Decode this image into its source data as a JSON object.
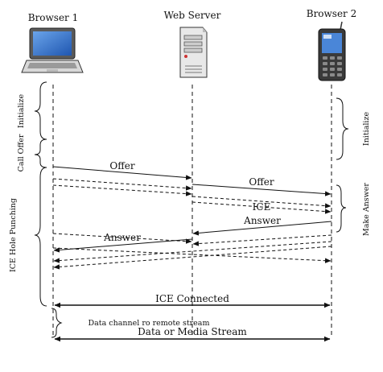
{
  "nodes": {
    "browser1": "Browser 1",
    "server": "Web Server",
    "browser2": "Browser 2"
  },
  "messages": {
    "offer_1": "Offer",
    "offer_2": "Offer",
    "ice": "ICE",
    "answer_1": "Answer",
    "answer_2": "Answer",
    "ice_connected": "ICE Connected",
    "data_channel": "Data channel ro remote stream",
    "data_stream": "Data or Media Stream"
  },
  "phases_left": {
    "initialize": "Initialize",
    "call_offer": "Call Offer",
    "ice_hole_punching": "ICE Hole Punching"
  },
  "phases_right": {
    "initialize": "Initialize",
    "make_answer": "Make Answer"
  },
  "colors": {
    "line": "#111111",
    "laptop_body": "#5a5a5a",
    "laptop_screen": "#2f6fd0",
    "server_body": "#e8e8e8",
    "phone_body": "#3a3a3a",
    "phone_screen": "#4a86d8"
  }
}
